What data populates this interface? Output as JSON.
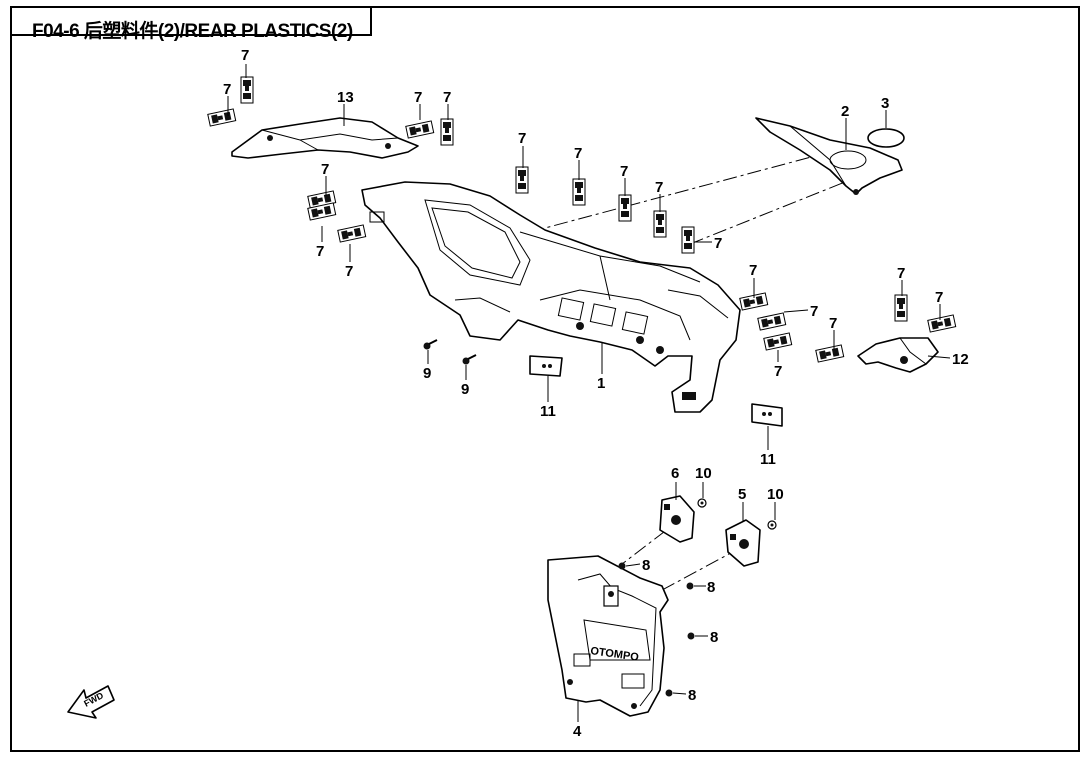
{
  "title": "F04-6 后塑料件(2)/REAR PLASTICS(2)",
  "callouts": {
    "c1": "1",
    "c2": "2",
    "c3": "3",
    "c4": "4",
    "c5": "5",
    "c6": "6",
    "c7": "7",
    "c8": "8",
    "c9": "9",
    "c10": "10",
    "c11": "11",
    "c12": "12",
    "c13": "13"
  },
  "panel_text": "OTOMPO",
  "fwd_label": "FWD",
  "colors": {
    "ink": "#000000",
    "paper": "#ffffff"
  }
}
